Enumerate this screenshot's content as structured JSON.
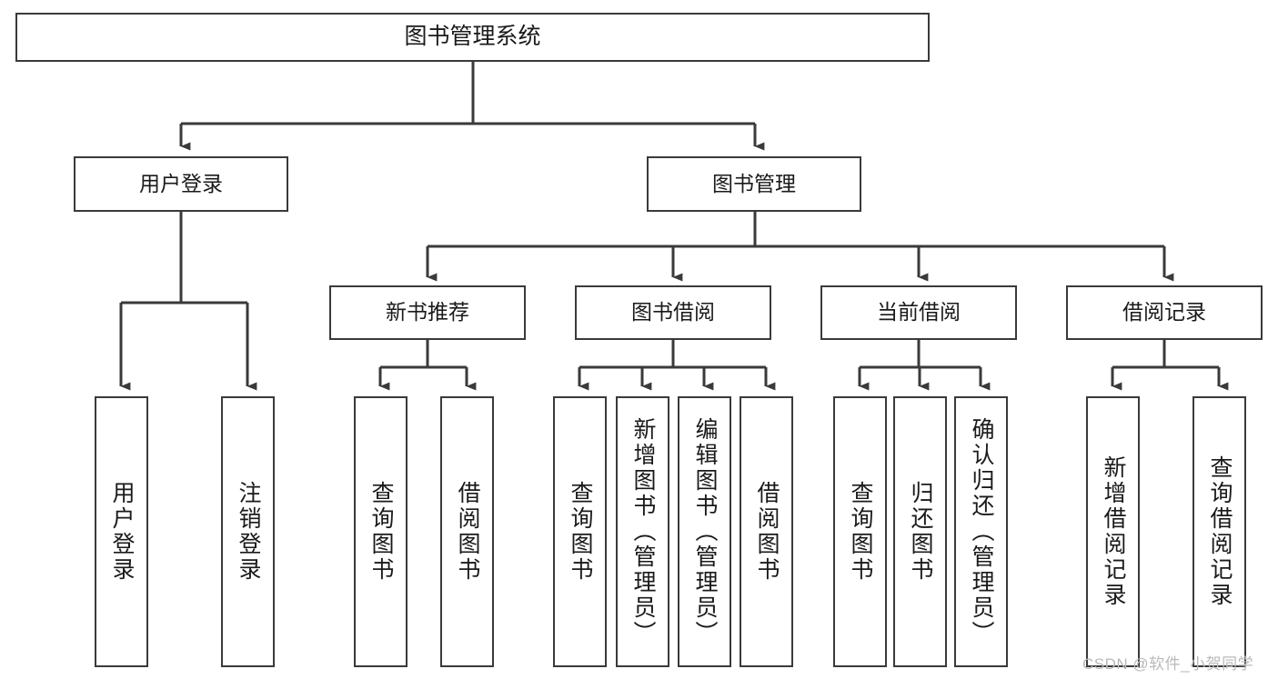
{
  "diagram": {
    "title": "图书管理系统",
    "type": "tree-hierarchy",
    "root": {
      "id": "root",
      "label": "图书管理系统"
    },
    "level2": [
      {
        "id": "user-login",
        "label": "用户登录"
      },
      {
        "id": "book-management",
        "label": "图书管理"
      }
    ],
    "level3": [
      {
        "id": "new-book-recommend",
        "label": "新书推荐",
        "parent": "book-management"
      },
      {
        "id": "book-borrow",
        "label": "图书借阅",
        "parent": "book-management"
      },
      {
        "id": "current-borrow",
        "label": "当前借阅",
        "parent": "book-management"
      },
      {
        "id": "borrow-record",
        "label": "借阅记录",
        "parent": "book-management"
      }
    ],
    "leaves": [
      {
        "id": "leaf-user-login",
        "label": "用户登录",
        "parent": "user-login"
      },
      {
        "id": "leaf-logout-login",
        "label": "注销登录",
        "parent": "user-login"
      },
      {
        "id": "leaf-query-book-rec",
        "label": "查询图书",
        "parent": "new-book-recommend"
      },
      {
        "id": "leaf-borrow-book-rec",
        "label": "借阅图书",
        "parent": "new-book-recommend"
      },
      {
        "id": "leaf-query-book-borrow",
        "label": "查询图书",
        "parent": "book-borrow"
      },
      {
        "id": "leaf-add-book-admin",
        "label": "新增图书（管理员）",
        "parent": "book-borrow"
      },
      {
        "id": "leaf-edit-book-admin",
        "label": "编辑图书（管理员）",
        "parent": "book-borrow"
      },
      {
        "id": "leaf-borrow-book",
        "label": "借阅图书",
        "parent": "book-borrow"
      },
      {
        "id": "leaf-query-book-current",
        "label": "查询图书",
        "parent": "current-borrow"
      },
      {
        "id": "leaf-return-book",
        "label": "归还图书",
        "parent": "current-borrow"
      },
      {
        "id": "leaf-confirm-return-admin",
        "label": "确认归还（管理员）",
        "parent": "current-borrow"
      },
      {
        "id": "leaf-add-borrow-record",
        "label": "新增借阅记录",
        "parent": "borrow-record"
      },
      {
        "id": "leaf-query-borrow-record",
        "label": "查询借阅记录",
        "parent": "borrow-record"
      }
    ],
    "colors": {
      "stroke": "#3a3a3a",
      "fill": "#ffffff",
      "text": "#1a1a1a",
      "watermark": "#b9b9b9"
    }
  },
  "watermark": {
    "text": "CSDN @软件_小贺同学"
  }
}
